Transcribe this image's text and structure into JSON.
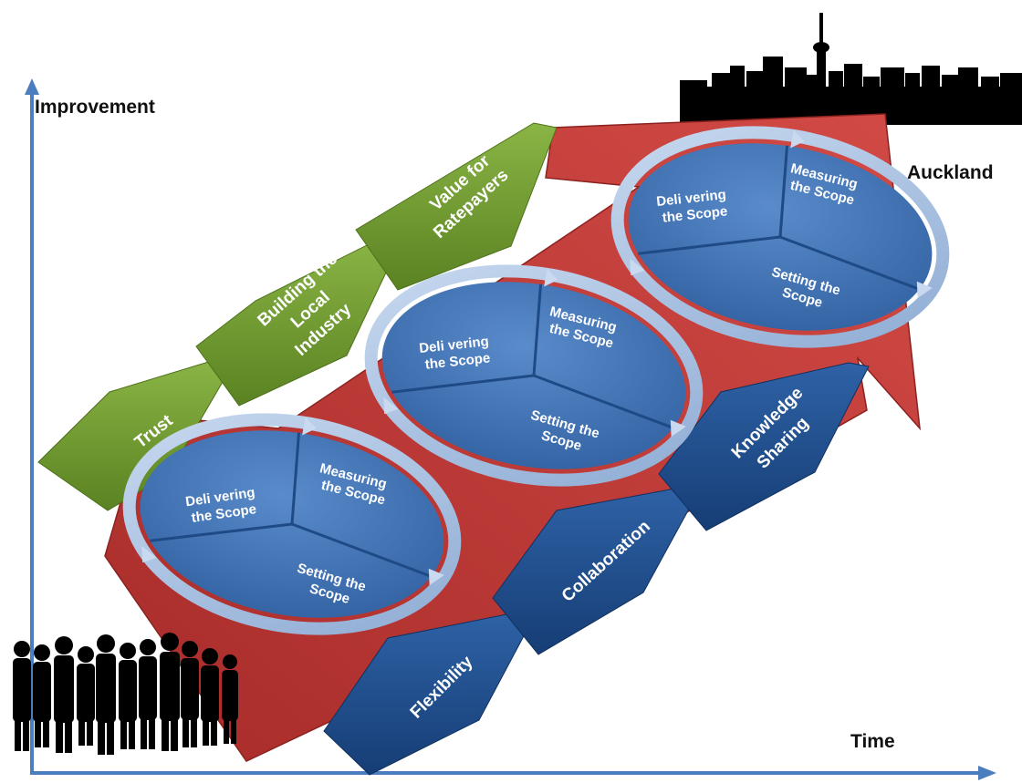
{
  "axes": {
    "y_label": "Improvement",
    "x_label": "Time",
    "city_label": "Auckland"
  },
  "green_arrows": [
    {
      "lines": [
        "Trust"
      ]
    },
    {
      "lines": [
        "Building the",
        "Local",
        "Industry"
      ]
    },
    {
      "lines": [
        "Value for",
        "Ratepayers"
      ]
    }
  ],
  "blue_arrows": [
    {
      "lines": [
        "Flexibility"
      ]
    },
    {
      "lines": [
        "Collaboration"
      ]
    },
    {
      "lines": [
        "Knowledge",
        "Sharing"
      ]
    }
  ],
  "cycles": [
    {
      "segments": [
        {
          "lines": [
            "Deli vering",
            "the Scope"
          ]
        },
        {
          "lines": [
            "Measuring",
            "the Scope"
          ]
        },
        {
          "lines": [
            "Setting the",
            "Scope"
          ]
        }
      ]
    },
    {
      "segments": [
        {
          "lines": [
            "Deli vering",
            "the Scope"
          ]
        },
        {
          "lines": [
            "Measuring",
            "the Scope"
          ]
        },
        {
          "lines": [
            "Setting the",
            "Scope"
          ]
        }
      ]
    },
    {
      "segments": [
        {
          "lines": [
            "Deli vering",
            "the Scope"
          ]
        },
        {
          "lines": [
            "Measuring",
            "the Scope"
          ]
        },
        {
          "lines": [
            "Setting the",
            "Scope"
          ]
        }
      ]
    }
  ],
  "colors": {
    "axis": "#4a7ebf",
    "big_arrow": "#c23b38",
    "green": "#6f9a2e",
    "blue_arrow": "#1f4f8f",
    "disc": "#3e72b5",
    "ring": "#a9c3e4",
    "silhouette": "#000000"
  }
}
